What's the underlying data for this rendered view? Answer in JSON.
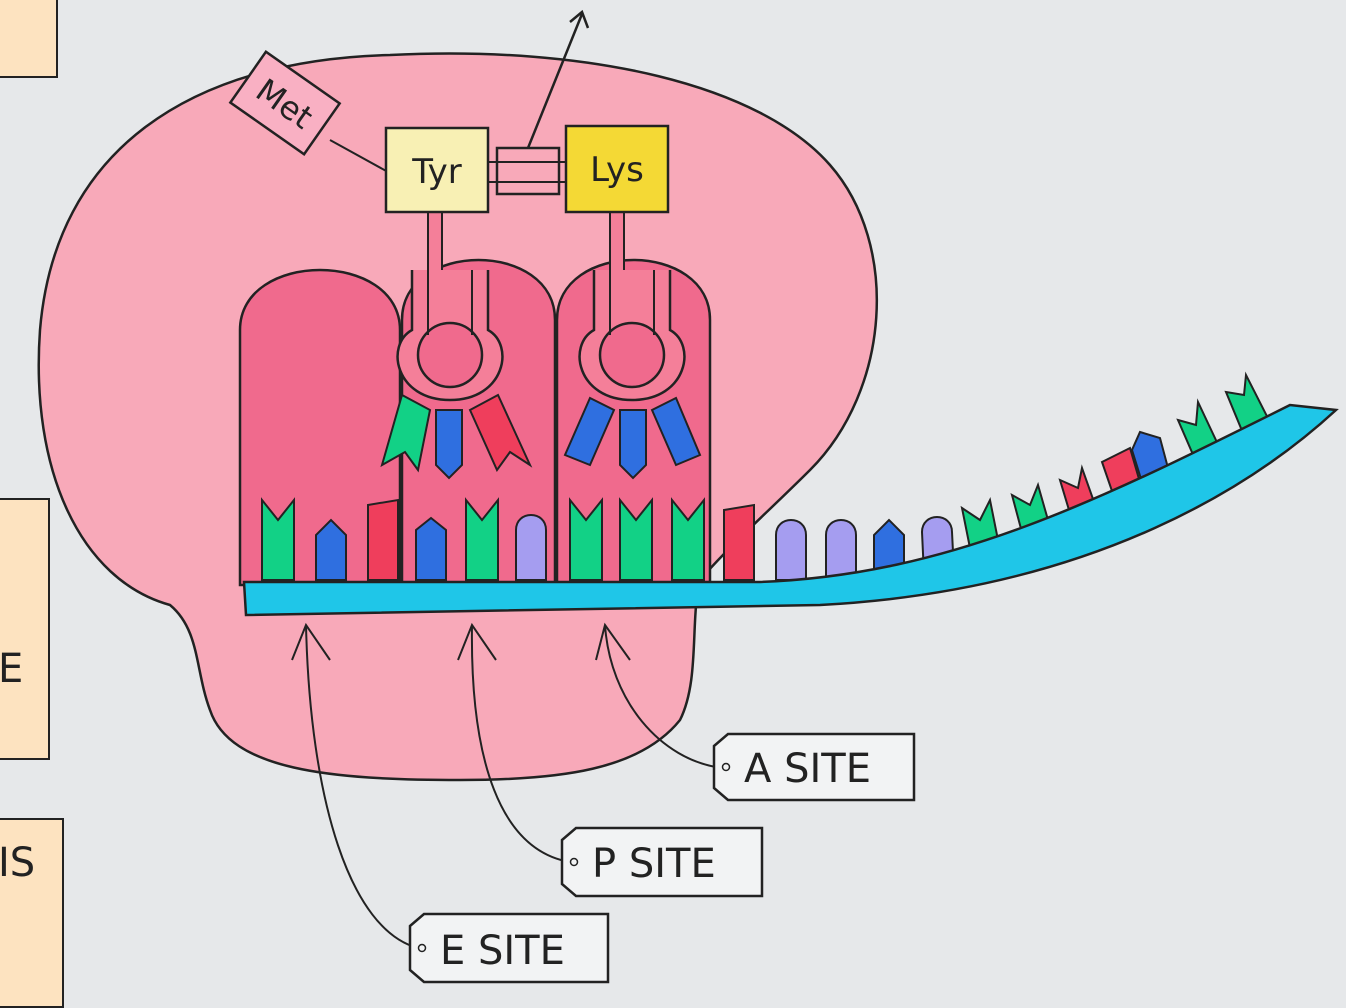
{
  "amino_acids": {
    "met": "Met",
    "tyr": "Tyr",
    "lys": "Lys"
  },
  "sites": {
    "a": "A SITE",
    "p": "P SITE",
    "e": "E SITE"
  },
  "left_notes": {
    "note2_line1": "E",
    "note3_line1": "IS"
  },
  "colors": {
    "background": "#e6e8ea",
    "ribosome_large": "#f8a9b9",
    "ribosome_site": "#f06a8d",
    "trna": "#f47f99",
    "mrna": "#1fc6e8",
    "codon_green": "#12d186",
    "codon_blue": "#2f6fe0",
    "codon_red": "#ef3e5c",
    "codon_lilac": "#a59df0",
    "tyr_box": "#f8f0b4",
    "lys_box": "#f4d935",
    "met_box": "#f9b0c3",
    "note_box": "#fde3c0"
  }
}
